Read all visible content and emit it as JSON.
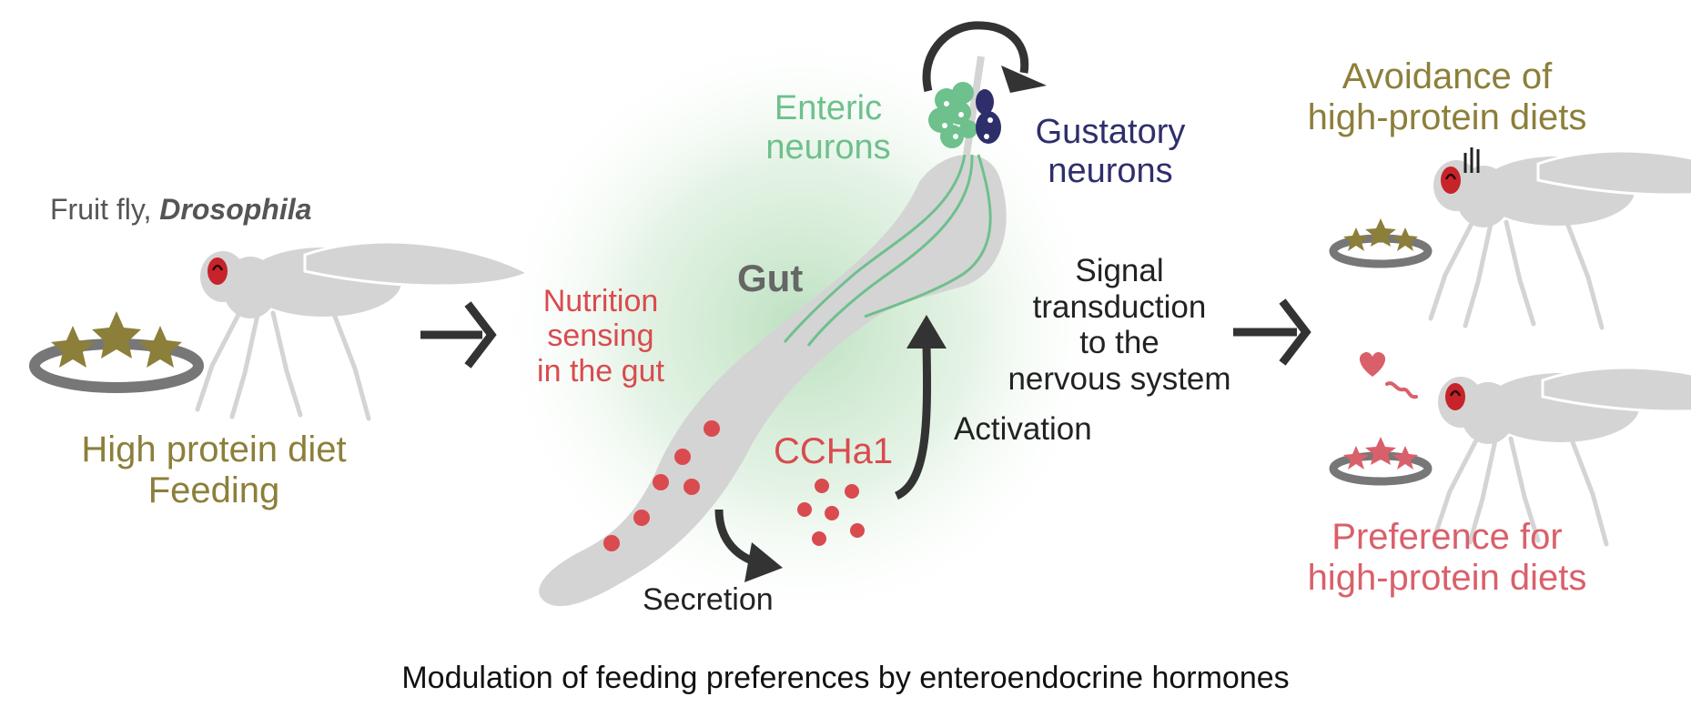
{
  "labels": {
    "fly_prefix": "Fruit fly,",
    "fly_species": "Drosophila",
    "diet_line1": "High protein diet",
    "diet_line2": "Feeding",
    "nutrition_line1": "Nutrition",
    "nutrition_line2": "sensing",
    "nutrition_line3": "in the gut",
    "gut": "Gut",
    "enteric_line1": "Enteric",
    "enteric_line2": "neurons",
    "gustatory_line1": "Gustatory",
    "gustatory_line2": "neurons",
    "hormone": "CCHa1",
    "activation": "Activation",
    "secretion": "Secretion",
    "signal_line1": "Signal",
    "signal_line2": "transduction",
    "signal_line3": "to the",
    "signal_line4": "nervous system",
    "avoid_line1": "Avoidance of",
    "avoid_line2": "high-protein diets",
    "pref_line1": "Preference for",
    "pref_line2": "high-protein diets",
    "caption": "Modulation of feeding preferences by enteroendocrine hormones"
  },
  "colors": {
    "olive": "#8c7f3a",
    "red": "#d94b4f",
    "pink": "#d9606a",
    "enteric_green": "#6ec08c",
    "gustatory_navy": "#2e2f6a",
    "fly_gray": "#d4d4d4",
    "arrow": "#333333",
    "glow": "#cfe8d0"
  },
  "icons": [
    "fly-icon",
    "food-dish-icon",
    "star-icon",
    "heart-icon",
    "arrow-icon",
    "gut-icon",
    "neuron-icon",
    "hormone-dot-icon"
  ]
}
